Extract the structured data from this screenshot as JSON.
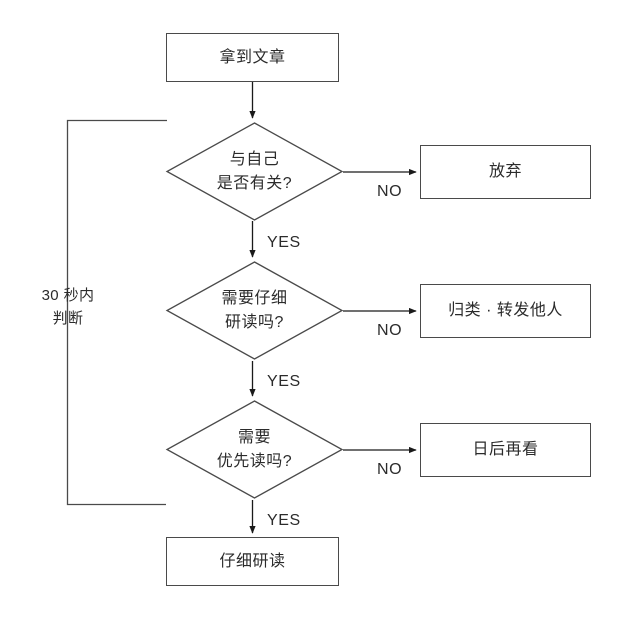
{
  "diagram": {
    "type": "flowchart",
    "title_text": "",
    "colors": {
      "background": "#ffffff",
      "stroke": "#4a4a4a",
      "arrow": "#1a1a1a",
      "text": "#2b2b2b"
    },
    "nodes": {
      "start": {
        "label": "拿到文章",
        "shape": "rectangle"
      },
      "decision1": {
        "label": "与自己\n是否有关?",
        "shape": "diamond"
      },
      "decision2": {
        "label": "需要仔细\n研读吗?",
        "shape": "diamond"
      },
      "decision3": {
        "label": "需要\n优先读吗?",
        "shape": "diamond"
      },
      "outcome1": {
        "label": "放弃",
        "shape": "rectangle"
      },
      "outcome2": {
        "label": "归类 · 转发他人",
        "shape": "rectangle"
      },
      "outcome3": {
        "label": "日后再看",
        "shape": "rectangle"
      },
      "end": {
        "label": "仔细研读",
        "shape": "rectangle"
      }
    },
    "edge_labels": {
      "no1": "NO",
      "no2": "NO",
      "no3": "NO",
      "yes1": "YES",
      "yes2": "YES",
      "yes3": "YES"
    },
    "annotations": {
      "timebox": "30 秒内\n判断"
    }
  }
}
